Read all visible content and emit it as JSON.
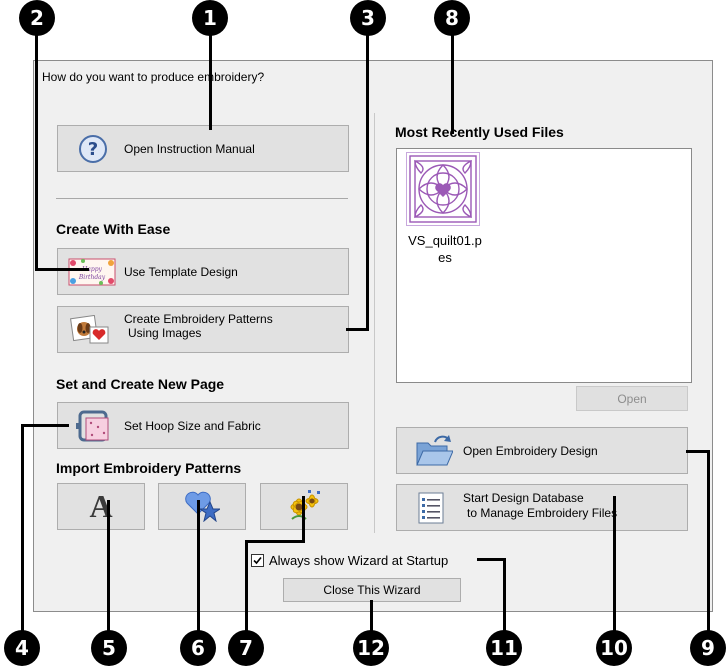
{
  "dialog": {
    "question": "How do you want to produce embroidery?"
  },
  "left": {
    "instruction_button": "Open Instruction Manual",
    "create_with_ease_title": "Create With Ease",
    "template_button": "Use Template Design",
    "template_thumb_text": "Happy Birthday",
    "images_button_line1": "Create Embroidery Patterns",
    "images_button_line2": "Using Images",
    "new_page_title": "Set and Create New Page",
    "hoop_button": "Set Hoop Size and Fabric",
    "import_title": "Import Embroidery Patterns",
    "text_import_glyph": "A"
  },
  "right": {
    "mru_title": "Most Recently Used Files",
    "mru_files": [
      {
        "name_line1": "VS_quilt01.p",
        "name_line2": "es"
      }
    ],
    "open_button": "Open",
    "open_design_button": "Open Embroidery Design",
    "database_button_line1": "Start Design Database",
    "database_button_line2": "to Manage Embroidery Files"
  },
  "footer": {
    "always_show_label": "Always show Wizard at Startup",
    "always_show_checked": true,
    "close_button": "Close This Wizard"
  },
  "callouts": [
    "1",
    "2",
    "3",
    "4",
    "5",
    "6",
    "7",
    "8",
    "9",
    "10",
    "11",
    "12"
  ],
  "colors": {
    "dialog_bg": "#f0f0f0",
    "button_bg": "#e1e1e1",
    "callout": "#000000",
    "quilt_purple": "#9b59b6"
  }
}
